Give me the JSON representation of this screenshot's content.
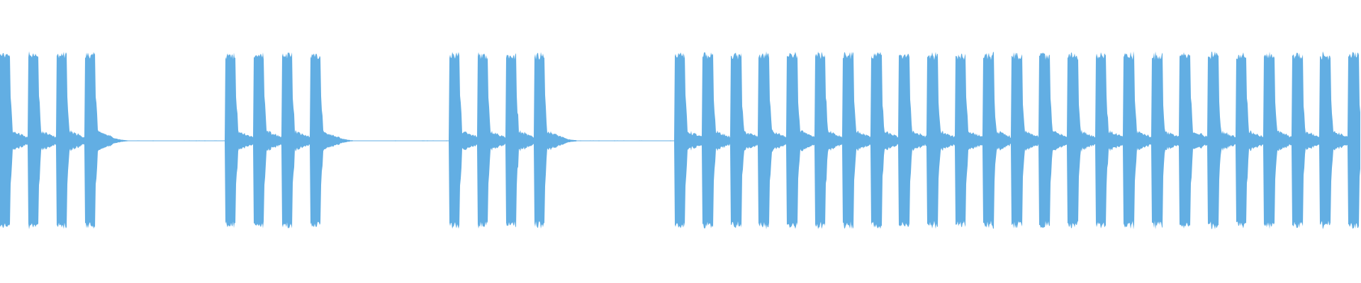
{
  "waveform": {
    "color": "#62aee3",
    "background": "#ffffff",
    "duration_units": 1920,
    "pattern": [
      {
        "type": "beats",
        "count": 4,
        "start": 0,
        "spacing": 40
      },
      {
        "type": "silence",
        "start": 160,
        "end": 320
      },
      {
        "type": "beats",
        "count": 4,
        "start": 318,
        "spacing": 40
      },
      {
        "type": "silence",
        "start": 478,
        "end": 634
      },
      {
        "type": "beats",
        "count": 4,
        "start": 634,
        "spacing": 40
      },
      {
        "type": "silence",
        "start": 794,
        "end": 952
      },
      {
        "type": "beats",
        "count": 25,
        "start": 952,
        "spacing": 39.6
      }
    ],
    "beat_peak_amplitude": 0.78,
    "beat_sustain_amplitude": 0.07
  }
}
